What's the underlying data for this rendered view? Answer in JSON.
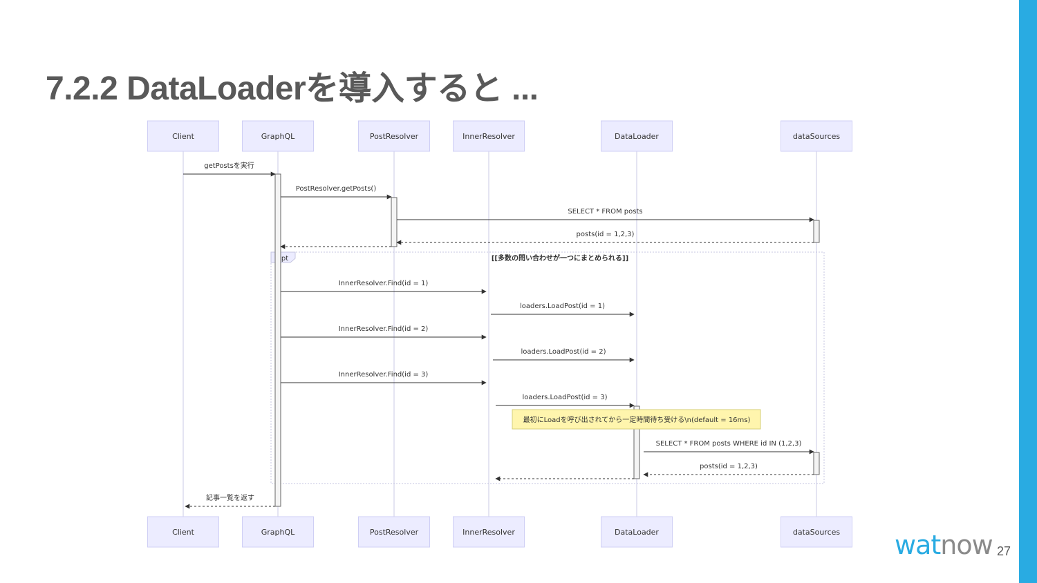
{
  "slide": {
    "title": "7.2.2 DataLoaderを導入すると ...",
    "page_number": "27",
    "logo_part1": "wat",
    "logo_part2": "now",
    "accent_color": "#29abe2"
  },
  "diagram": {
    "type": "sequence",
    "participants": [
      "Client",
      "GraphQL",
      "PostResolver",
      "InnerResolver",
      "DataLoader",
      "dataSources"
    ],
    "messages": [
      {
        "from": "Client",
        "to": "GraphQL",
        "label": "getPostsを実行",
        "style": "solid"
      },
      {
        "from": "GraphQL",
        "to": "PostResolver",
        "label": "PostResolver.getPosts()",
        "style": "solid"
      },
      {
        "from": "PostResolver",
        "to": "dataSources",
        "label": "SELECT * FROM posts",
        "style": "solid"
      },
      {
        "from": "dataSources",
        "to": "PostResolver",
        "label": "posts(id = 1,2,3)",
        "style": "dashed"
      },
      {
        "from": "PostResolver",
        "to": "GraphQL",
        "label": "",
        "style": "dashed"
      },
      {
        "from": "GraphQL",
        "to": "InnerResolver",
        "label": "InnerResolver.Find(id = 1)",
        "style": "solid"
      },
      {
        "from": "InnerResolver",
        "to": "DataLoader",
        "label": "loaders.LoadPost(id = 1)",
        "style": "solid"
      },
      {
        "from": "GraphQL",
        "to": "InnerResolver",
        "label": "InnerResolver.Find(id = 2)",
        "style": "solid"
      },
      {
        "from": "InnerResolver",
        "to": "DataLoader",
        "label": "loaders.LoadPost(id = 2)",
        "style": "solid"
      },
      {
        "from": "GraphQL",
        "to": "InnerResolver",
        "label": "InnerResolver.Find(id = 3)",
        "style": "solid"
      },
      {
        "from": "InnerResolver",
        "to": "DataLoader",
        "label": "loaders.LoadPost(id = 3)",
        "style": "solid"
      },
      {
        "from": "DataLoader",
        "to": "dataSources",
        "label": "SELECT * FROM posts WHERE id IN (1,2,3)",
        "style": "solid"
      },
      {
        "from": "dataSources",
        "to": "DataLoader",
        "label": "posts(id = 1,2,3)",
        "style": "dashed"
      },
      {
        "from": "DataLoader",
        "to": "InnerResolver",
        "label": "",
        "style": "dashed"
      },
      {
        "from": "GraphQL",
        "to": "Client",
        "label": "記事一覧を返す",
        "style": "dashed"
      }
    ],
    "opt": {
      "tag": "opt",
      "condition": "[[多数の問い合わせが一つにまとめられる]]"
    },
    "note": "最初にLoadを呼び出されてから一定時間待ち受ける\\n(default = 16ms)"
  }
}
